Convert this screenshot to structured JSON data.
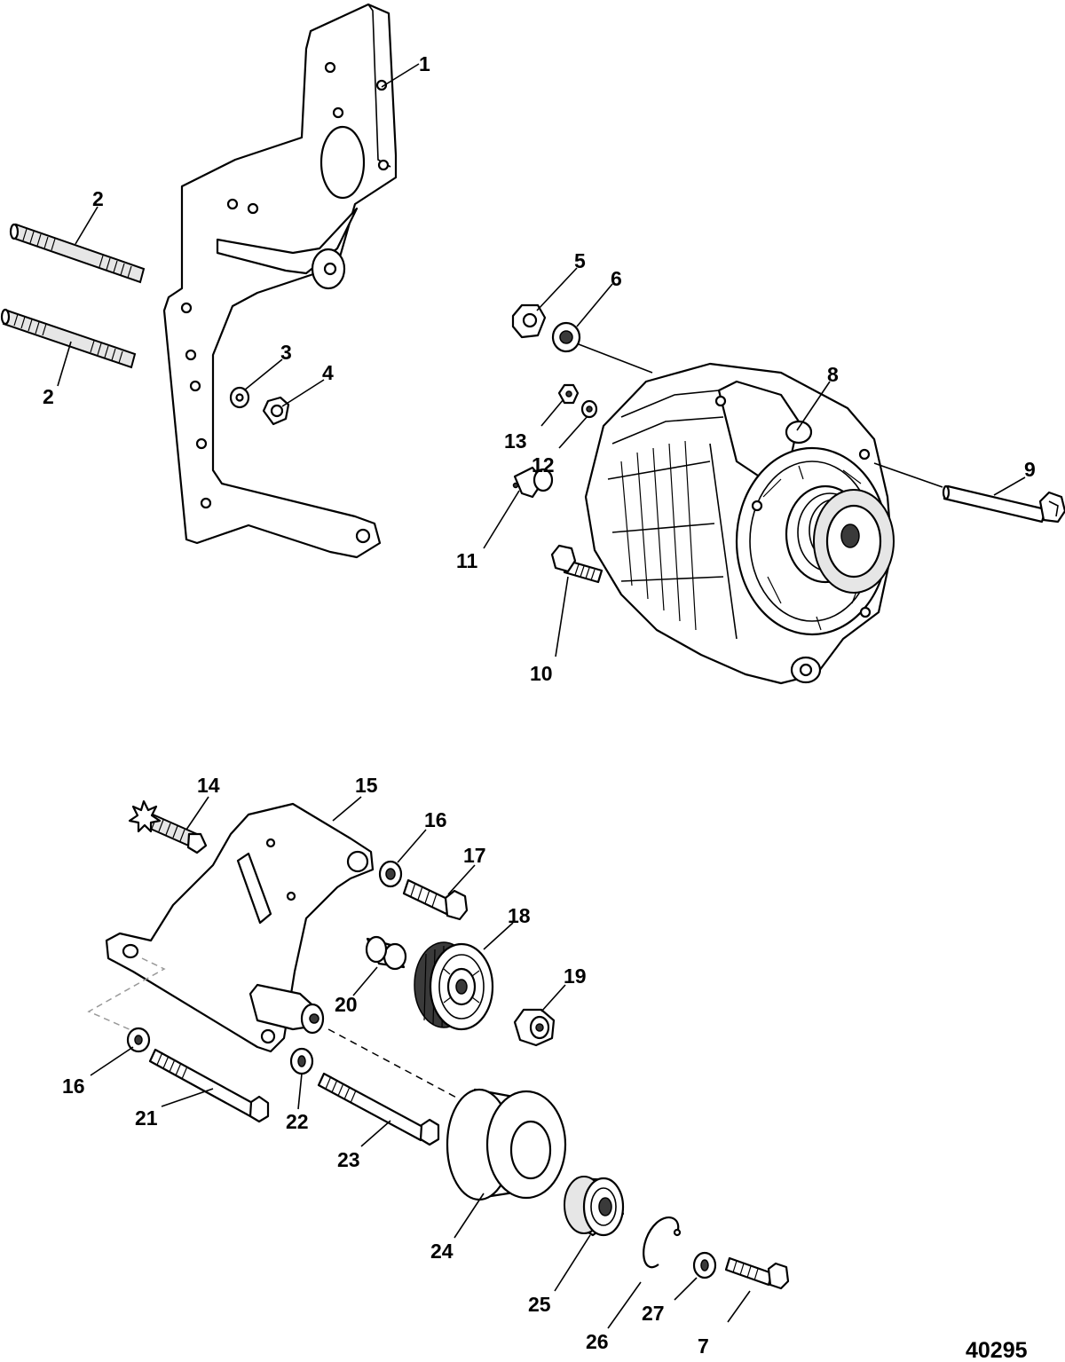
{
  "figure_number": "40295",
  "callouts": [
    {
      "id": "c1",
      "text": "1"
    },
    {
      "id": "c2a",
      "text": "2"
    },
    {
      "id": "c2b",
      "text": "2"
    },
    {
      "id": "c3",
      "text": "3"
    },
    {
      "id": "c4",
      "text": "4"
    },
    {
      "id": "c5",
      "text": "5"
    },
    {
      "id": "c6",
      "text": "6"
    },
    {
      "id": "c7",
      "text": "7"
    },
    {
      "id": "c8",
      "text": "8"
    },
    {
      "id": "c9",
      "text": "9"
    },
    {
      "id": "c10",
      "text": "10"
    },
    {
      "id": "c11",
      "text": "11"
    },
    {
      "id": "c12",
      "text": "12"
    },
    {
      "id": "c13",
      "text": "13"
    },
    {
      "id": "c14",
      "text": "14"
    },
    {
      "id": "c15",
      "text": "15"
    },
    {
      "id": "c16a",
      "text": "16"
    },
    {
      "id": "c16b",
      "text": "16"
    },
    {
      "id": "c17",
      "text": "17"
    },
    {
      "id": "c18",
      "text": "18"
    },
    {
      "id": "c19",
      "text": "19"
    },
    {
      "id": "c20",
      "text": "20"
    },
    {
      "id": "c21",
      "text": "21"
    },
    {
      "id": "c22",
      "text": "22"
    },
    {
      "id": "c23",
      "text": "23"
    },
    {
      "id": "c24",
      "text": "24"
    },
    {
      "id": "c25",
      "text": "25"
    },
    {
      "id": "c26",
      "text": "26"
    },
    {
      "id": "c27",
      "text": "27"
    }
  ]
}
